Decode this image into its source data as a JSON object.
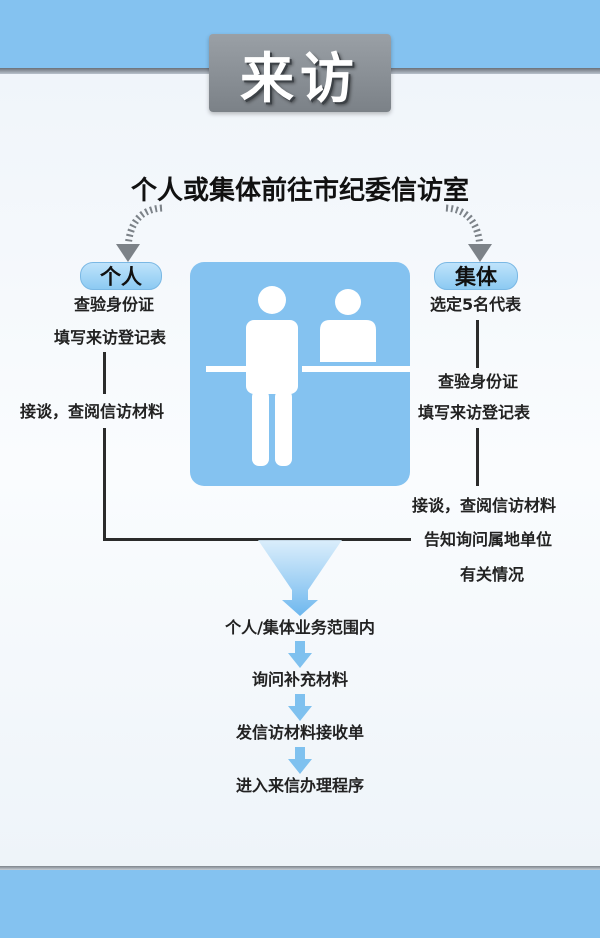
{
  "title": "来访",
  "headline": "个人或集体前往市纪委信访室",
  "individual": {
    "label": "个人",
    "steps": [
      "查验身份证",
      "填写来访登记表",
      "接谈，查阅信访材料"
    ]
  },
  "group": {
    "label": "集体",
    "steps": [
      "选定5名代表",
      "查验身份证",
      "填写来访登记表",
      "接谈，查阅信访材料",
      "告知询问属地单位",
      "有关情况"
    ]
  },
  "flow": [
    "个人/集体业务范围内",
    "询问补充材料",
    "发信访材料接收单",
    "进入来信办理程序"
  ],
  "colors": {
    "band_blue": "#84c2f0",
    "pill_blue": "#a6d6f7",
    "line_dark": "#2b2b2b",
    "title_grey": "#8a9096"
  },
  "icons": [
    "visitor-reception-icon",
    "curved-arrow-icon",
    "down-arrow-icon"
  ]
}
